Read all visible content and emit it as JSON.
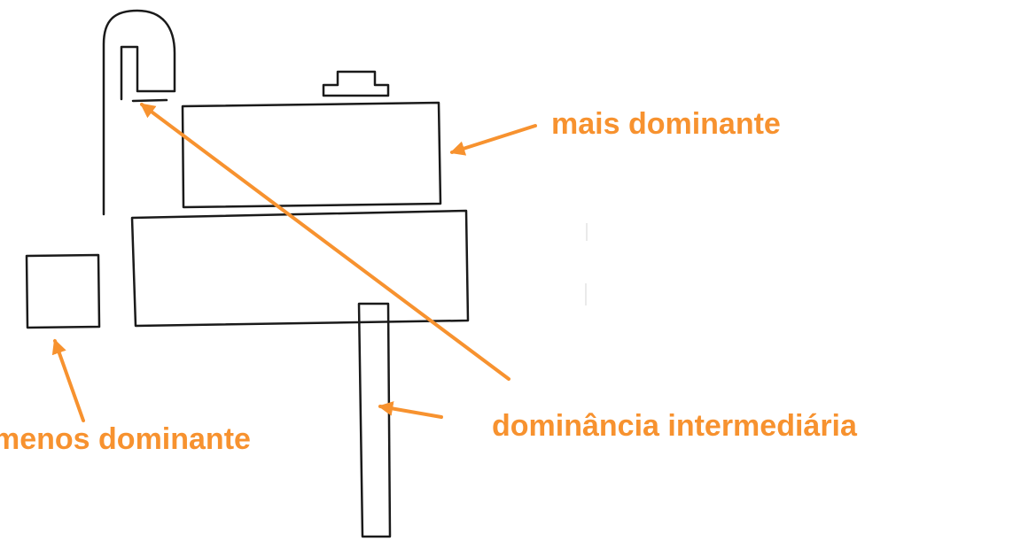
{
  "labels": {
    "most_dominant": "mais dominante",
    "intermediate": "dominância intermediária",
    "least_dominant": "menos dominante"
  },
  "colors": {
    "annotation": "#f7922f",
    "outline": "#1a1a1a"
  }
}
